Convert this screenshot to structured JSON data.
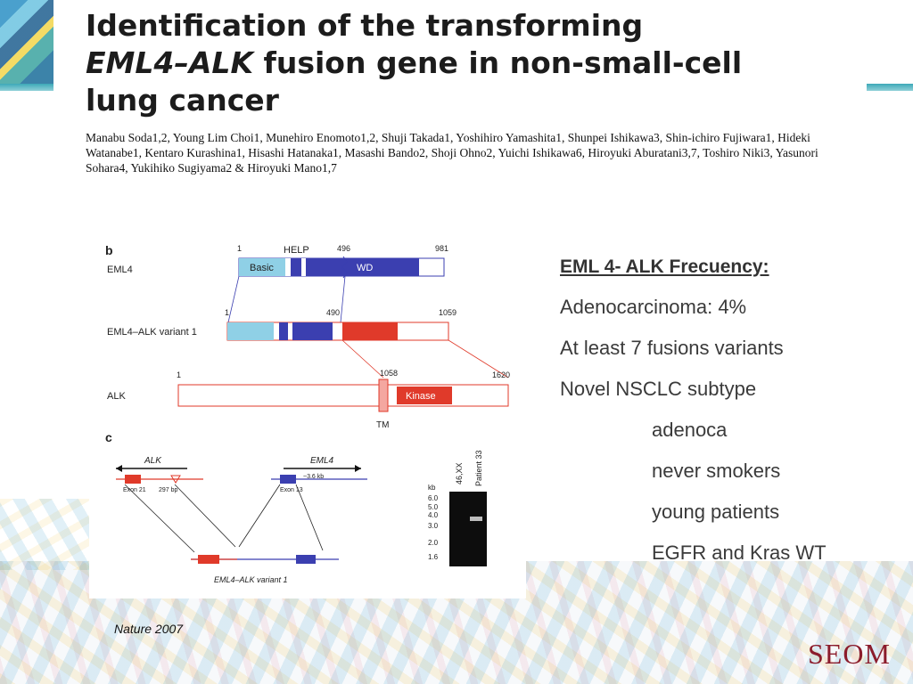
{
  "paper": {
    "title_line1": "Identification of the transforming",
    "title_gene": "EML4–ALK",
    "title_line2_rest": " fusion gene in non-small-cell",
    "title_line3": "lung cancer",
    "authors": "Manabu Soda1,2, Young Lim Choi1, Munehiro Enomoto1,2, Shuji Takada1, Yoshihiro Yamashita1, Shunpei Ishikawa3, Shin-ichiro Fujiwara1, Hideki Watanabe1, Kentaro Kurashina1, Hisashi Hatanaka1, Masashi Bando2, Shoji Ohno2, Yuichi Ishikawa6, Hiroyuki Aburatani3,7, Toshiro Niki3, Yasunori Sohara4, Yukihiko Sugiyama2 & Hiroyuki Mano1,7"
  },
  "figure": {
    "panel_b": "b",
    "panel_c": "c",
    "eml4_label": "EML4",
    "variant_label": "EML4–ALK variant 1",
    "alk_label": "ALK",
    "eml4_start": "1",
    "help_label": "HELP",
    "eml4_496": "496",
    "eml4_end": "981",
    "basic_label": "Basic",
    "wd_label": "WD",
    "var_start": "1",
    "var_490": "490",
    "var_end": "1059",
    "alk_start": "1",
    "alk_1058": "1058",
    "alk_end": "1620",
    "kinase_label": "Kinase",
    "tm_label": "TM",
    "c_alk": "ALK",
    "c_eml4": "EML4",
    "exon21": "Exon 21",
    "bp297": "297 bp",
    "kb36": "~3.6 kb",
    "exon13": "Exon 13",
    "c_variant": "EML4–ALK variant 1",
    "gel_kb": "kb",
    "lane1": "46,XX",
    "lane2": "Patient 33",
    "ladder": [
      "6.0",
      "5.0",
      "4.0",
      "3.0",
      "2.0",
      "1.6"
    ]
  },
  "text": {
    "heading": "EML 4- ALK Frecuency:",
    "lines": [
      "Adenocarcinoma: 4%",
      "At least 7 fusions variants",
      "Novel NSCLC subtype"
    ],
    "sub_lines": [
      "adenoca",
      "never smokers",
      "young patients",
      "EGFR and Kras WT"
    ]
  },
  "caption": "Nature 2007",
  "logo": "SEOM",
  "colors": {
    "eml4_blue": "#3b3fb0",
    "basic_light": "#8fd0e6",
    "alk_red": "#e03a2a",
    "brand": "#8b1c2c",
    "teal": "#3da8b8"
  }
}
